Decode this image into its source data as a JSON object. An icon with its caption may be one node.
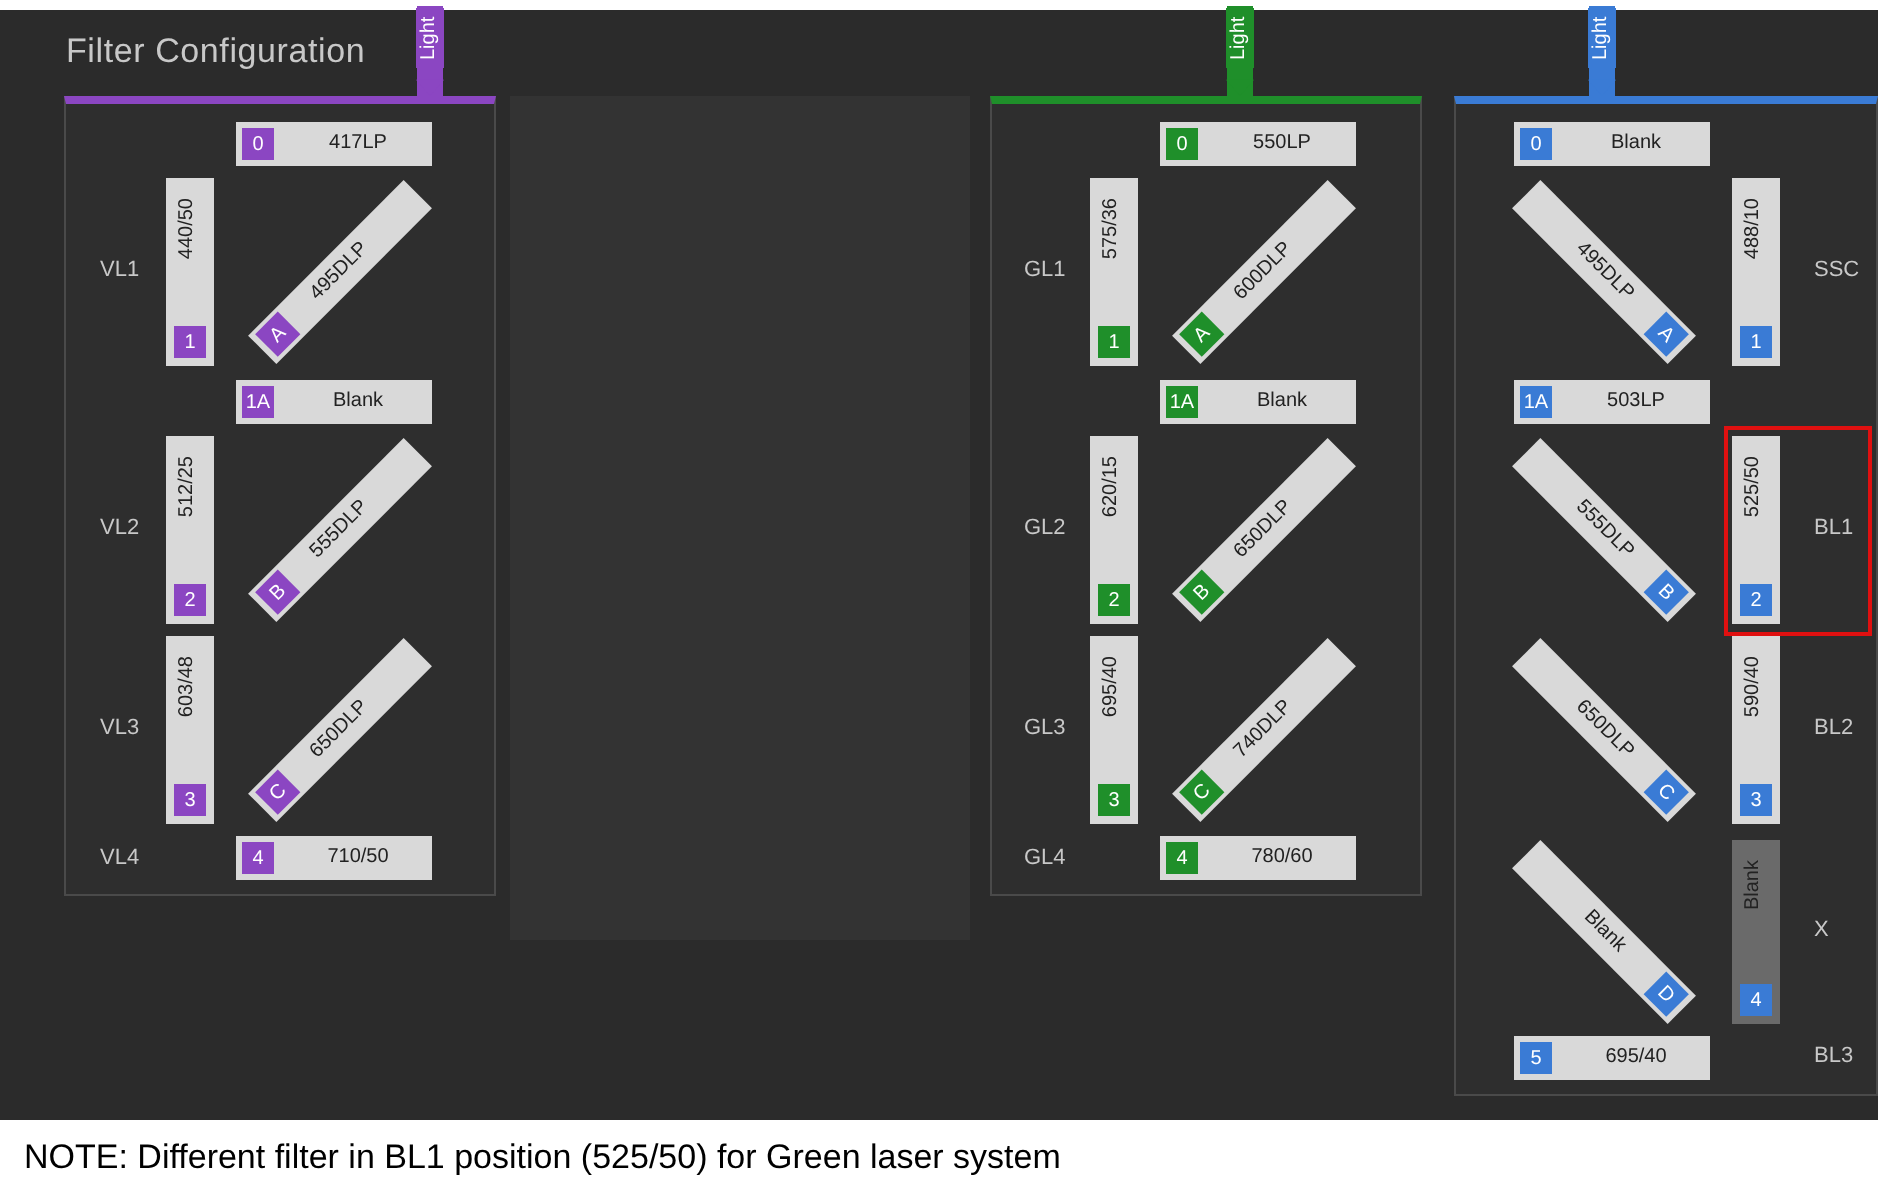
{
  "diagram": {
    "title": "Filter Configuration",
    "caption": "NOTE: Different filter in BL1 position (525/50) for Green laser system",
    "nodes": [
      {
        "text": [],
        "shape": "box"
      },
      {
        "text": [
          "0",
          "417LP"
        ],
        "in": 0
      },
      {
        "text": [
          "1",
          "440/50"
        ],
        "in": 0,
        "beside": [
          "VL1"
        ]
      },
      {
        "text": [
          "A",
          "495DLP"
        ],
        "in": 0
      },
      {
        "text": [
          "1A",
          "Blank"
        ],
        "in": 0
      },
      {
        "text": [
          "2",
          "512/25"
        ],
        "in": 0,
        "beside": [
          "VL2"
        ]
      },
      {
        "text": [
          "B",
          "555DLP"
        ],
        "in": 0
      },
      {
        "text": [
          "3",
          "603/48"
        ],
        "in": 0,
        "beside": [
          "VL3"
        ]
      },
      {
        "text": [
          "C",
          "650DLP"
        ],
        "in": 0
      },
      {
        "text": [
          "4",
          "710/50"
        ],
        "in": 0
      },
      {
        "text": [],
        "shape": "box"
      },
      {
        "text": [
          "0",
          "550LP"
        ],
        "in": 10
      },
      {
        "text": [
          "1",
          "575/36"
        ],
        "in": 10,
        "beside": [
          "GL1"
        ]
      },
      {
        "text": [
          "A",
          "600DLP"
        ],
        "in": 10
      },
      {
        "text": [
          "1A",
          "Blank"
        ],
        "in": 10
      },
      {
        "text": [
          "2",
          "620/15"
        ],
        "in": 10,
        "beside": [
          "GL2"
        ]
      },
      {
        "text": [
          "B",
          "650DLP"
        ],
        "in": 10
      },
      {
        "text": [
          "3",
          "695/40"
        ],
        "in": 10,
        "beside": [
          "GL3"
        ]
      },
      {
        "text": [
          "C",
          "740DLP"
        ],
        "in": 10
      },
      {
        "text": [
          "4",
          "780/60"
        ],
        "in": 10
      },
      {
        "text": [],
        "shape": "box"
      },
      {
        "text": [
          "0",
          "Blank"
        ],
        "in": 20
      },
      {
        "text": [
          "A",
          "495DLP"
        ],
        "in": 20
      },
      {
        "text": [
          "1",
          "488/10"
        ],
        "in": 20,
        "beside": [
          "SSC"
        ]
      },
      {
        "text": [
          "1A",
          "503LP"
        ],
        "in": 20
      },
      {
        "text": [
          "B",
          "555DLP"
        ],
        "in": 20
      },
      {
        "text": [],
        "shape": "box",
        "in": 20
      },
      {
        "text": [
          "2",
          "525/50"
        ],
        "in": 26,
        "beside": [
          "BL1"
        ]
      },
      {
        "text": [
          "C",
          "650DLP"
        ],
        "in": 20
      },
      {
        "text": [
          "3",
          "590/40"
        ],
        "in": 20,
        "beside": [
          "BL2"
        ]
      },
      {
        "text": [
          "D",
          "Blank"
        ],
        "in": 20
      },
      {
        "text": [
          "4",
          "Blank"
        ],
        "in": 20,
        "beside": [
          "X"
        ]
      },
      {
        "text": [
          "5",
          "695/40"
        ],
        "in": 20
      }
    ],
    "labels": [
      "VL4",
      "GL4",
      "BL3"
    ],
    "edges": [
      {
        "from": null,
        "to": 0,
        "arrow": "to",
        "label": "Light",
        "color": "#8b46c2"
      },
      {
        "from": null,
        "to": 10,
        "arrow": "to",
        "label": "Light",
        "color": "#1f8f2a"
      },
      {
        "from": null,
        "to": 20,
        "arrow": "to",
        "label": "Light",
        "color": "#3a7bd5"
      }
    ]
  }
}
